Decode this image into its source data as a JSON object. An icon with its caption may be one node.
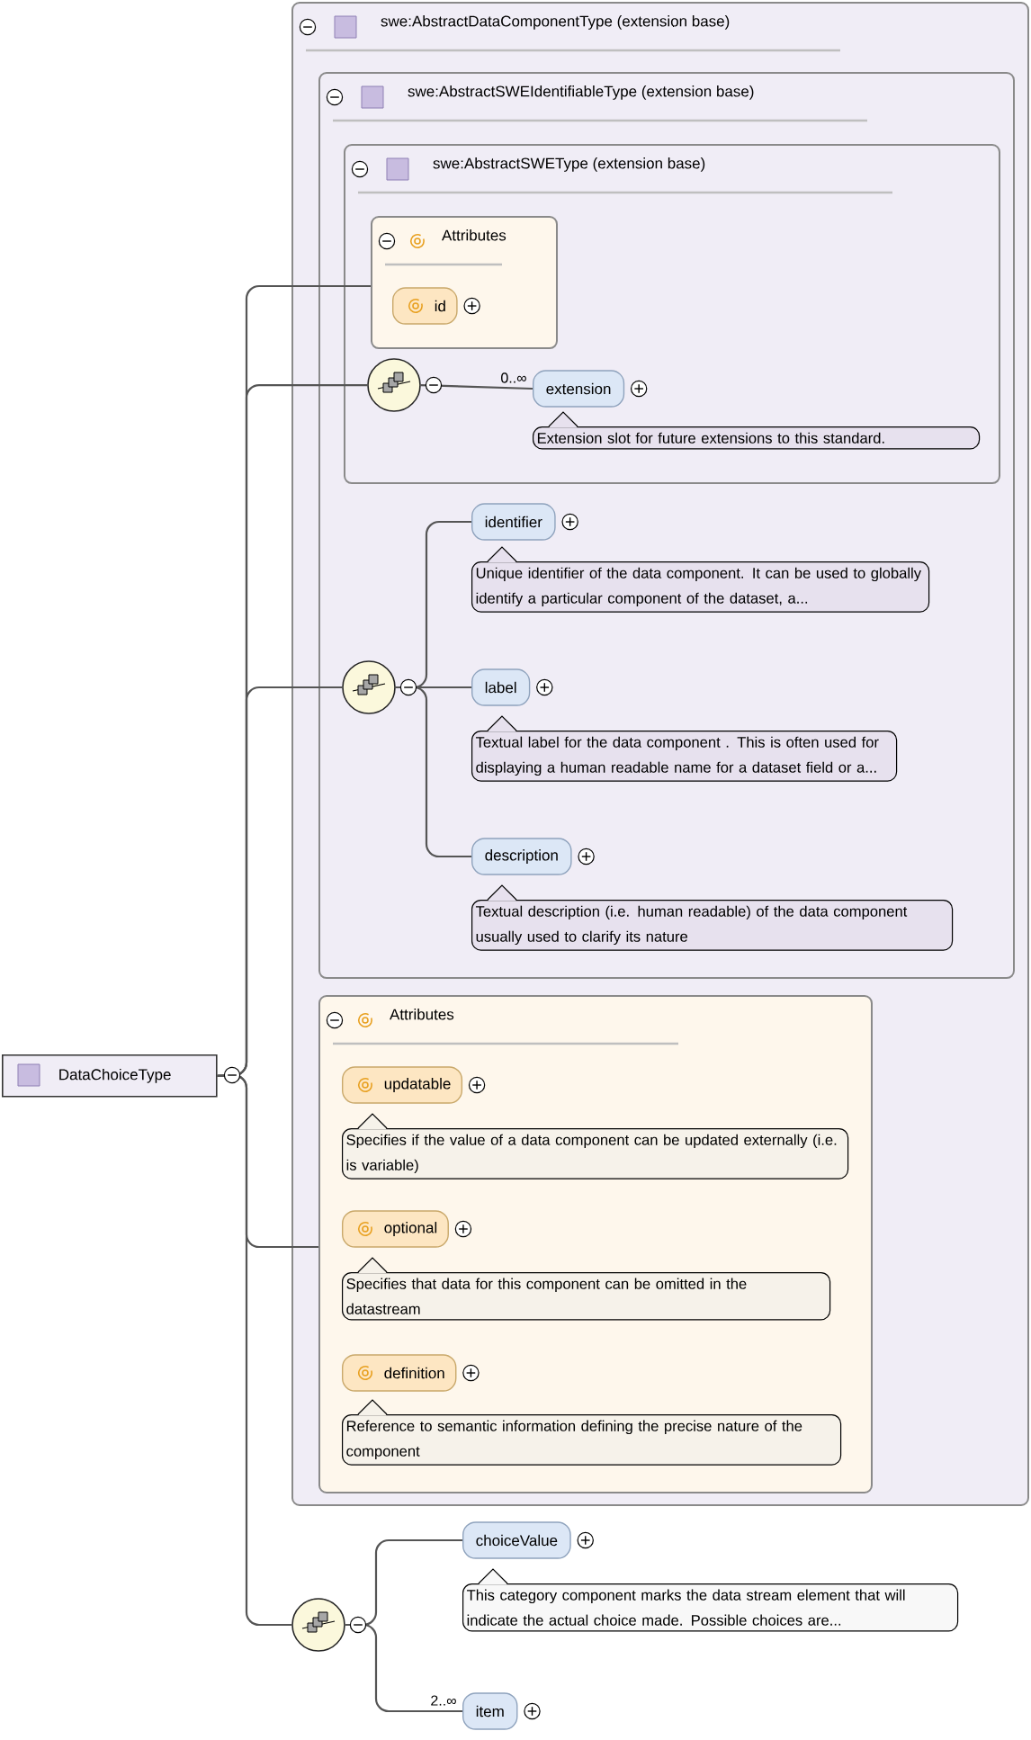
{
  "diagram": {
    "nodes": [
      {
        "text": [
          "DataChoiceType"
        ]
      },
      {
        "text": [
          "swe:AbstractDataComponentType (extension base)"
        ]
      },
      {
        "text": [
          "swe:AbstractSWEIdentifiableType (extension base)"
        ],
        "in": 1
      },
      {
        "text": [
          "swe:AbstractSWEType (extension base)"
        ],
        "in": 2
      },
      {
        "text": [
          "Attributes"
        ],
        "in": 3
      },
      {
        "text": [
          "id"
        ],
        "in": 4
      },
      {
        "text": [],
        "shape": "circle",
        "in": 3
      },
      {
        "text": [
          "extension"
        ],
        "in": 3,
        "beside": [
          "Extension slot for future extensions to this standard."
        ]
      },
      {
        "text": [],
        "shape": "circle",
        "in": 2
      },
      {
        "text": [
          "identifier"
        ],
        "in": 2,
        "beside": [
          "Unique identifier of the data component. It can be used to globally identify a particular component of the dataset, a..."
        ]
      },
      {
        "text": [
          "label"
        ],
        "in": 2,
        "beside": [
          "Textual label for the data component . This is often used for displaying a human readable name for a dataset field or a..."
        ]
      },
      {
        "text": [
          "description"
        ],
        "in": 2,
        "beside": [
          "Textual description (i.e. human readable) of the data component usually used to clarify its nature"
        ]
      },
      {
        "text": [
          "Attributes"
        ],
        "in": 1
      },
      {
        "text": [
          "updatable"
        ],
        "in": 12,
        "beside": [
          "Specifies if the value of a data component can be updated externally (i.e. is variable)"
        ]
      },
      {
        "text": [
          "optional"
        ],
        "in": 12,
        "beside": [
          "Specifies that data for this component can be omitted in the datastream"
        ]
      },
      {
        "text": [
          "definition"
        ],
        "in": 12,
        "beside": [
          "Reference to semantic information defining the precise nature of the component"
        ]
      },
      {
        "text": [],
        "shape": "circle"
      },
      {
        "text": [
          "choiceValue"
        ],
        "beside": [
          "This category component marks the data stream element that will indicate the actual choice made. Possible choices are..."
        ]
      },
      {
        "text": [
          "item"
        ]
      }
    ],
    "edges": [
      {
        "from": 0,
        "to": 4,
        "arrow": "none"
      },
      {
        "from": 0,
        "to": 6,
        "arrow": "none"
      },
      {
        "from": 0,
        "to": 8,
        "arrow": "none"
      },
      {
        "from": 0,
        "to": 12,
        "arrow": "none"
      },
      {
        "from": 0,
        "to": 16,
        "arrow": "none"
      },
      {
        "from": 6,
        "to": 7,
        "arrow": "none",
        "label": "0..∞"
      },
      {
        "from": 8,
        "to": 9,
        "arrow": "none"
      },
      {
        "from": 8,
        "to": 10,
        "arrow": "none"
      },
      {
        "from": 8,
        "to": 11,
        "arrow": "none"
      },
      {
        "from": 16,
        "to": 17,
        "arrow": "none"
      },
      {
        "from": 16,
        "to": 18,
        "arrow": "none",
        "label": "2..∞"
      }
    ]
  }
}
